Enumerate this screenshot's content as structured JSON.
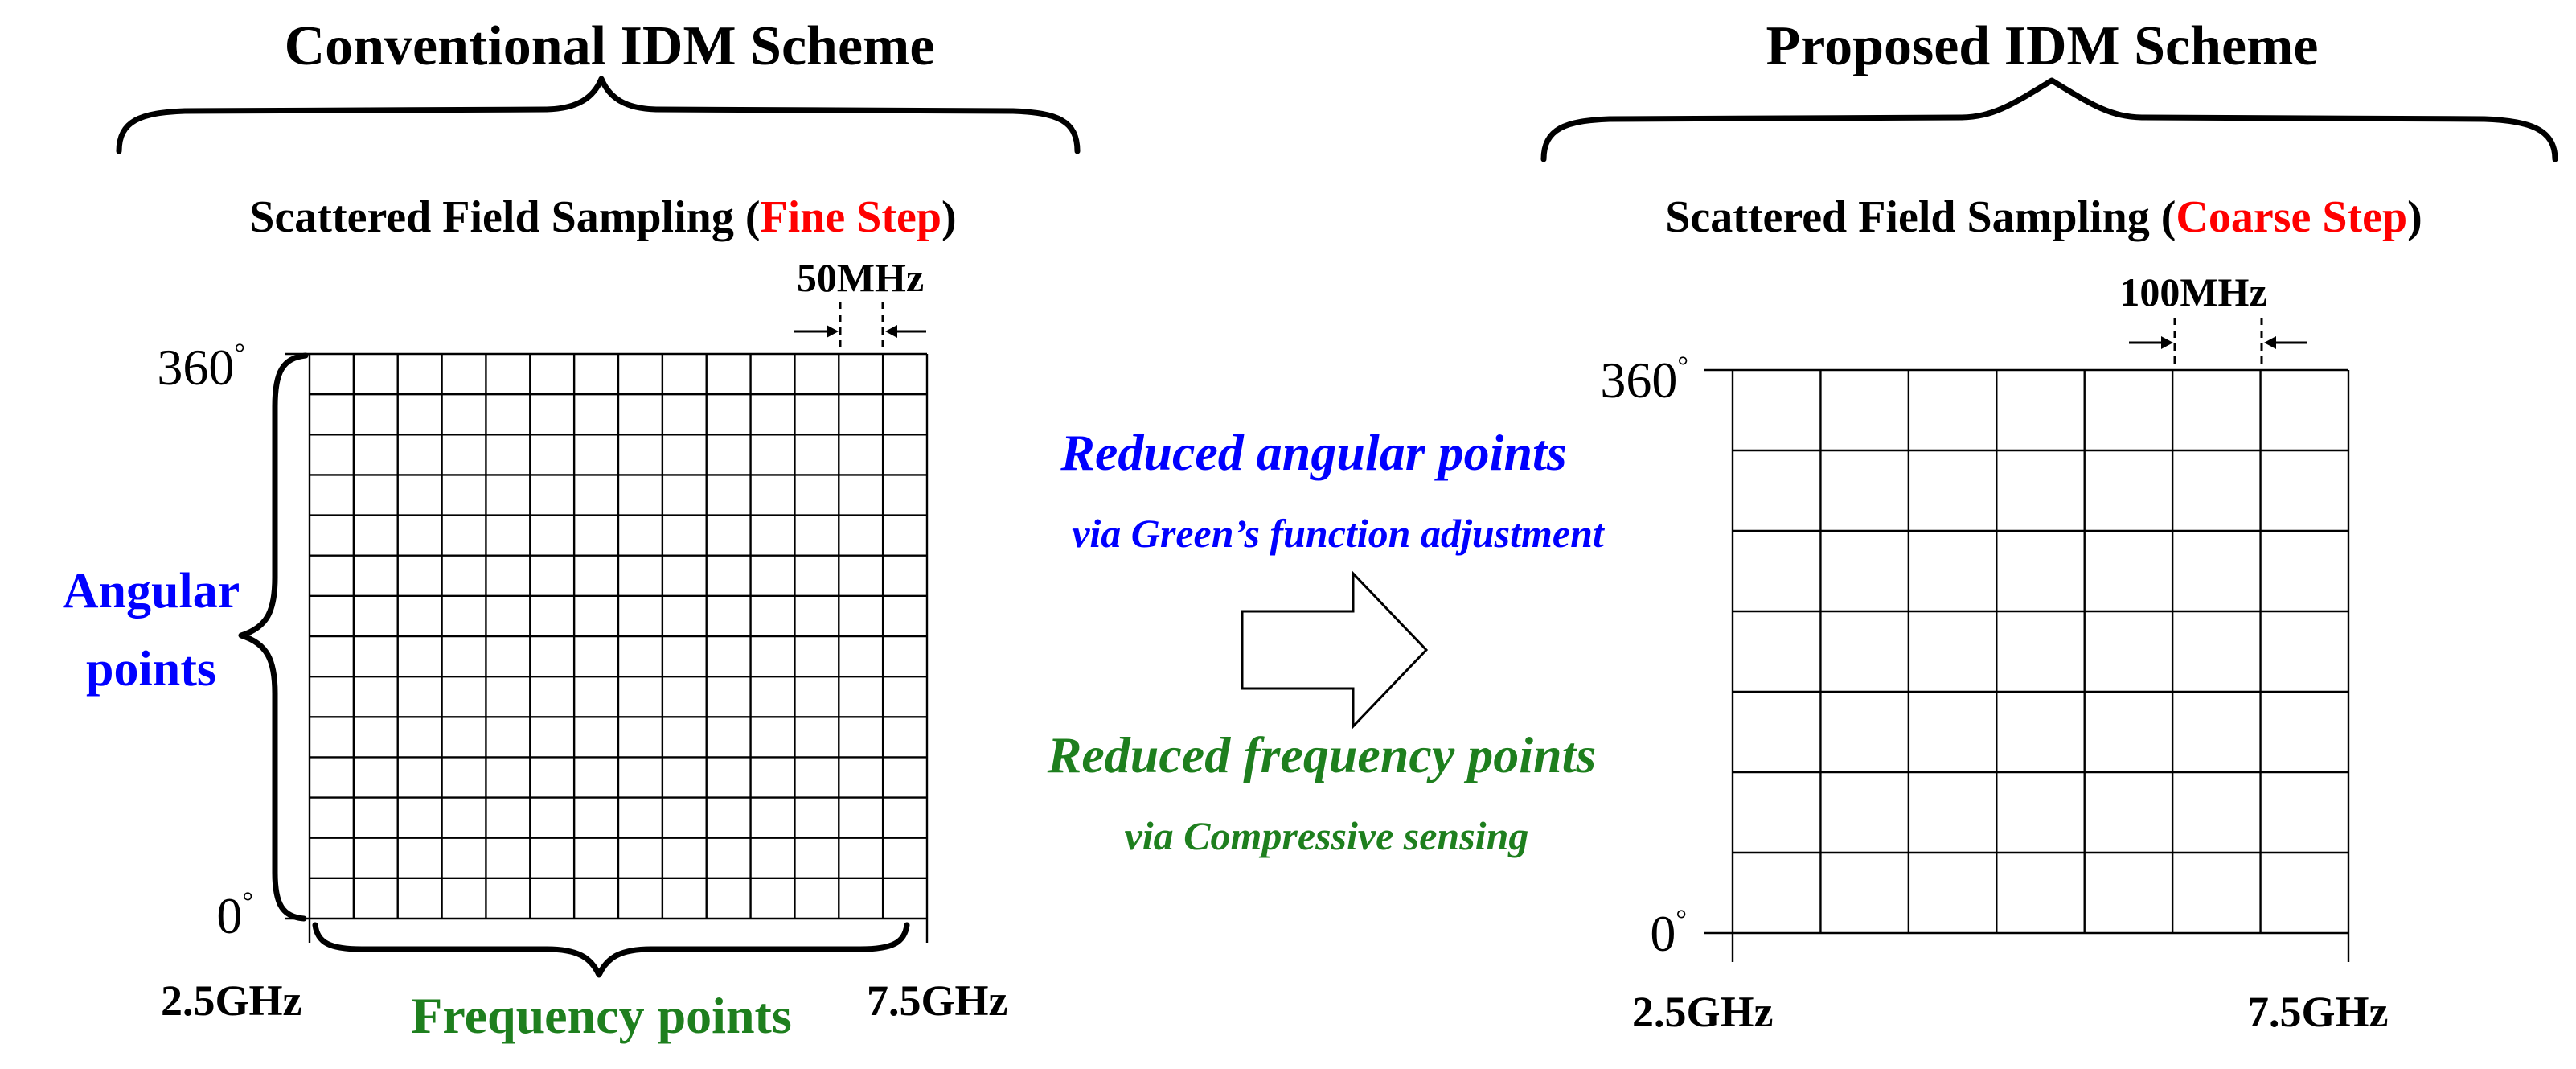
{
  "colors": {
    "text": "#000000",
    "red": "#ff0000",
    "blue": "#0000ff",
    "green": "#1e7f1e"
  },
  "left": {
    "title": "Conventional IDM Scheme",
    "sampling_prefix": "Scattered Field Sampling (",
    "sampling_step": "Fine Step",
    "sampling_suffix": ")",
    "step_label": "50MHz",
    "angle_top": "360",
    "angle_bottom": "0",
    "degree": "°",
    "freq_start": "2.5GHz",
    "freq_end": "7.5GHz",
    "angular_label_line1": "Angular",
    "angular_label_line2": "points",
    "frequency_label": "Frequency points",
    "grid_columns": 14,
    "grid_rows": 14
  },
  "right": {
    "title": "Proposed IDM Scheme",
    "sampling_prefix": "Scattered Field Sampling (",
    "sampling_step": "Coarse Step",
    "sampling_suffix": ")",
    "step_label": "100MHz",
    "angle_top": "360",
    "angle_bottom": "0",
    "degree": "°",
    "freq_start": "2.5GHz",
    "freq_end": "7.5GHz",
    "grid_columns": 7,
    "grid_rows": 7
  },
  "middle": {
    "angular_reduction": "Reduced angular points",
    "angular_method": "via Green’s function adjustment",
    "frequency_reduction": "Reduced frequency points",
    "frequency_method": "via Compressive sensing",
    "arrow_icon": "right-block-arrow-icon"
  }
}
